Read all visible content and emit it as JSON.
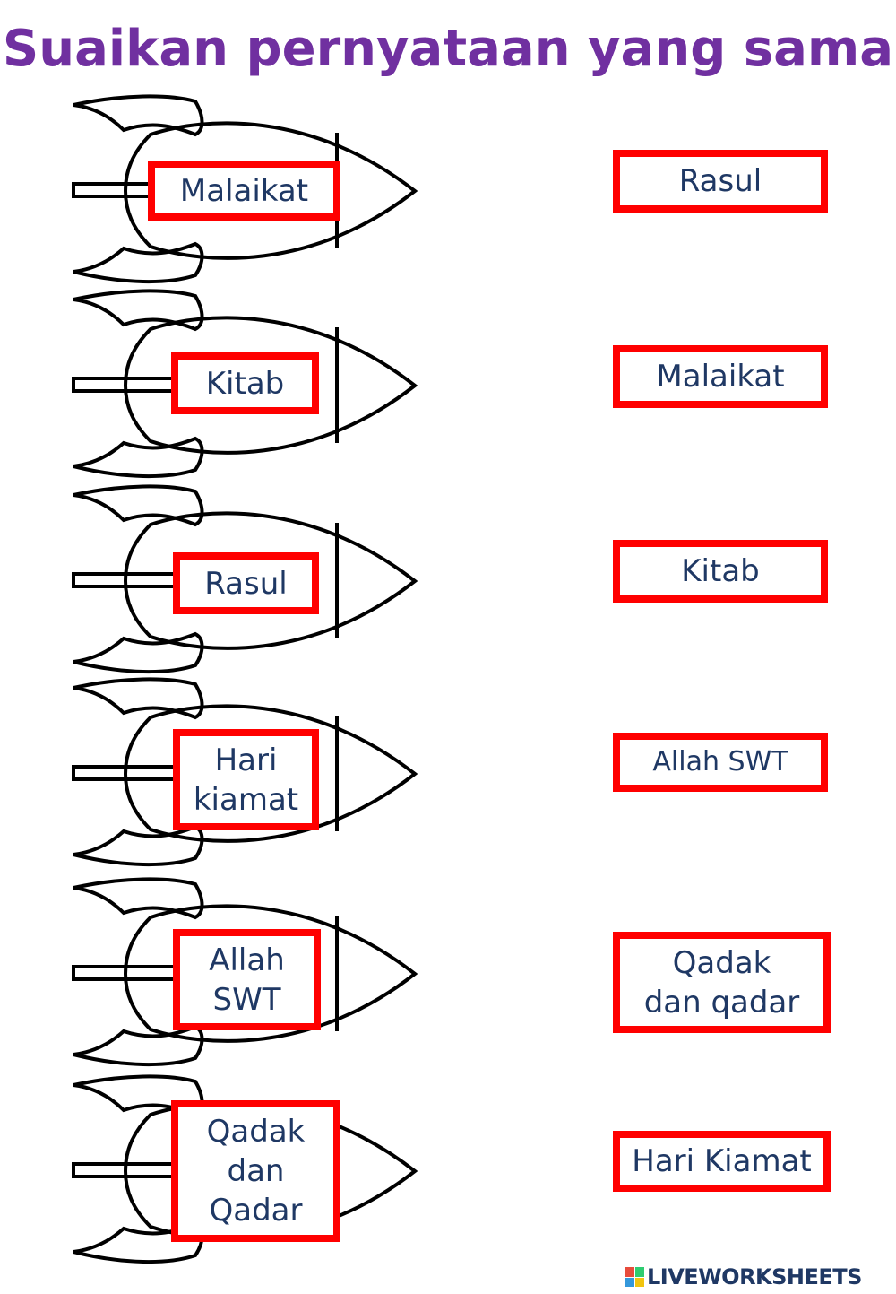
{
  "title": "Suaikan pernyataan yang sama",
  "left_items": [
    "Malaikat",
    "Kitab",
    "Rasul",
    "Hari\nkiamat",
    "Allah\nSWT",
    "Qadak\ndan\nQadar"
  ],
  "right_items": [
    "Rasul",
    "Malaikat",
    "Kitab",
    "Allah SWT",
    "Qadak\ndan qadar",
    "Hari Kiamat"
  ],
  "footer": {
    "brand": "LIVEWORKSHEETS"
  },
  "colors": {
    "title": "#7030a0",
    "box_border": "#ff0000",
    "text": "#1f3864"
  }
}
